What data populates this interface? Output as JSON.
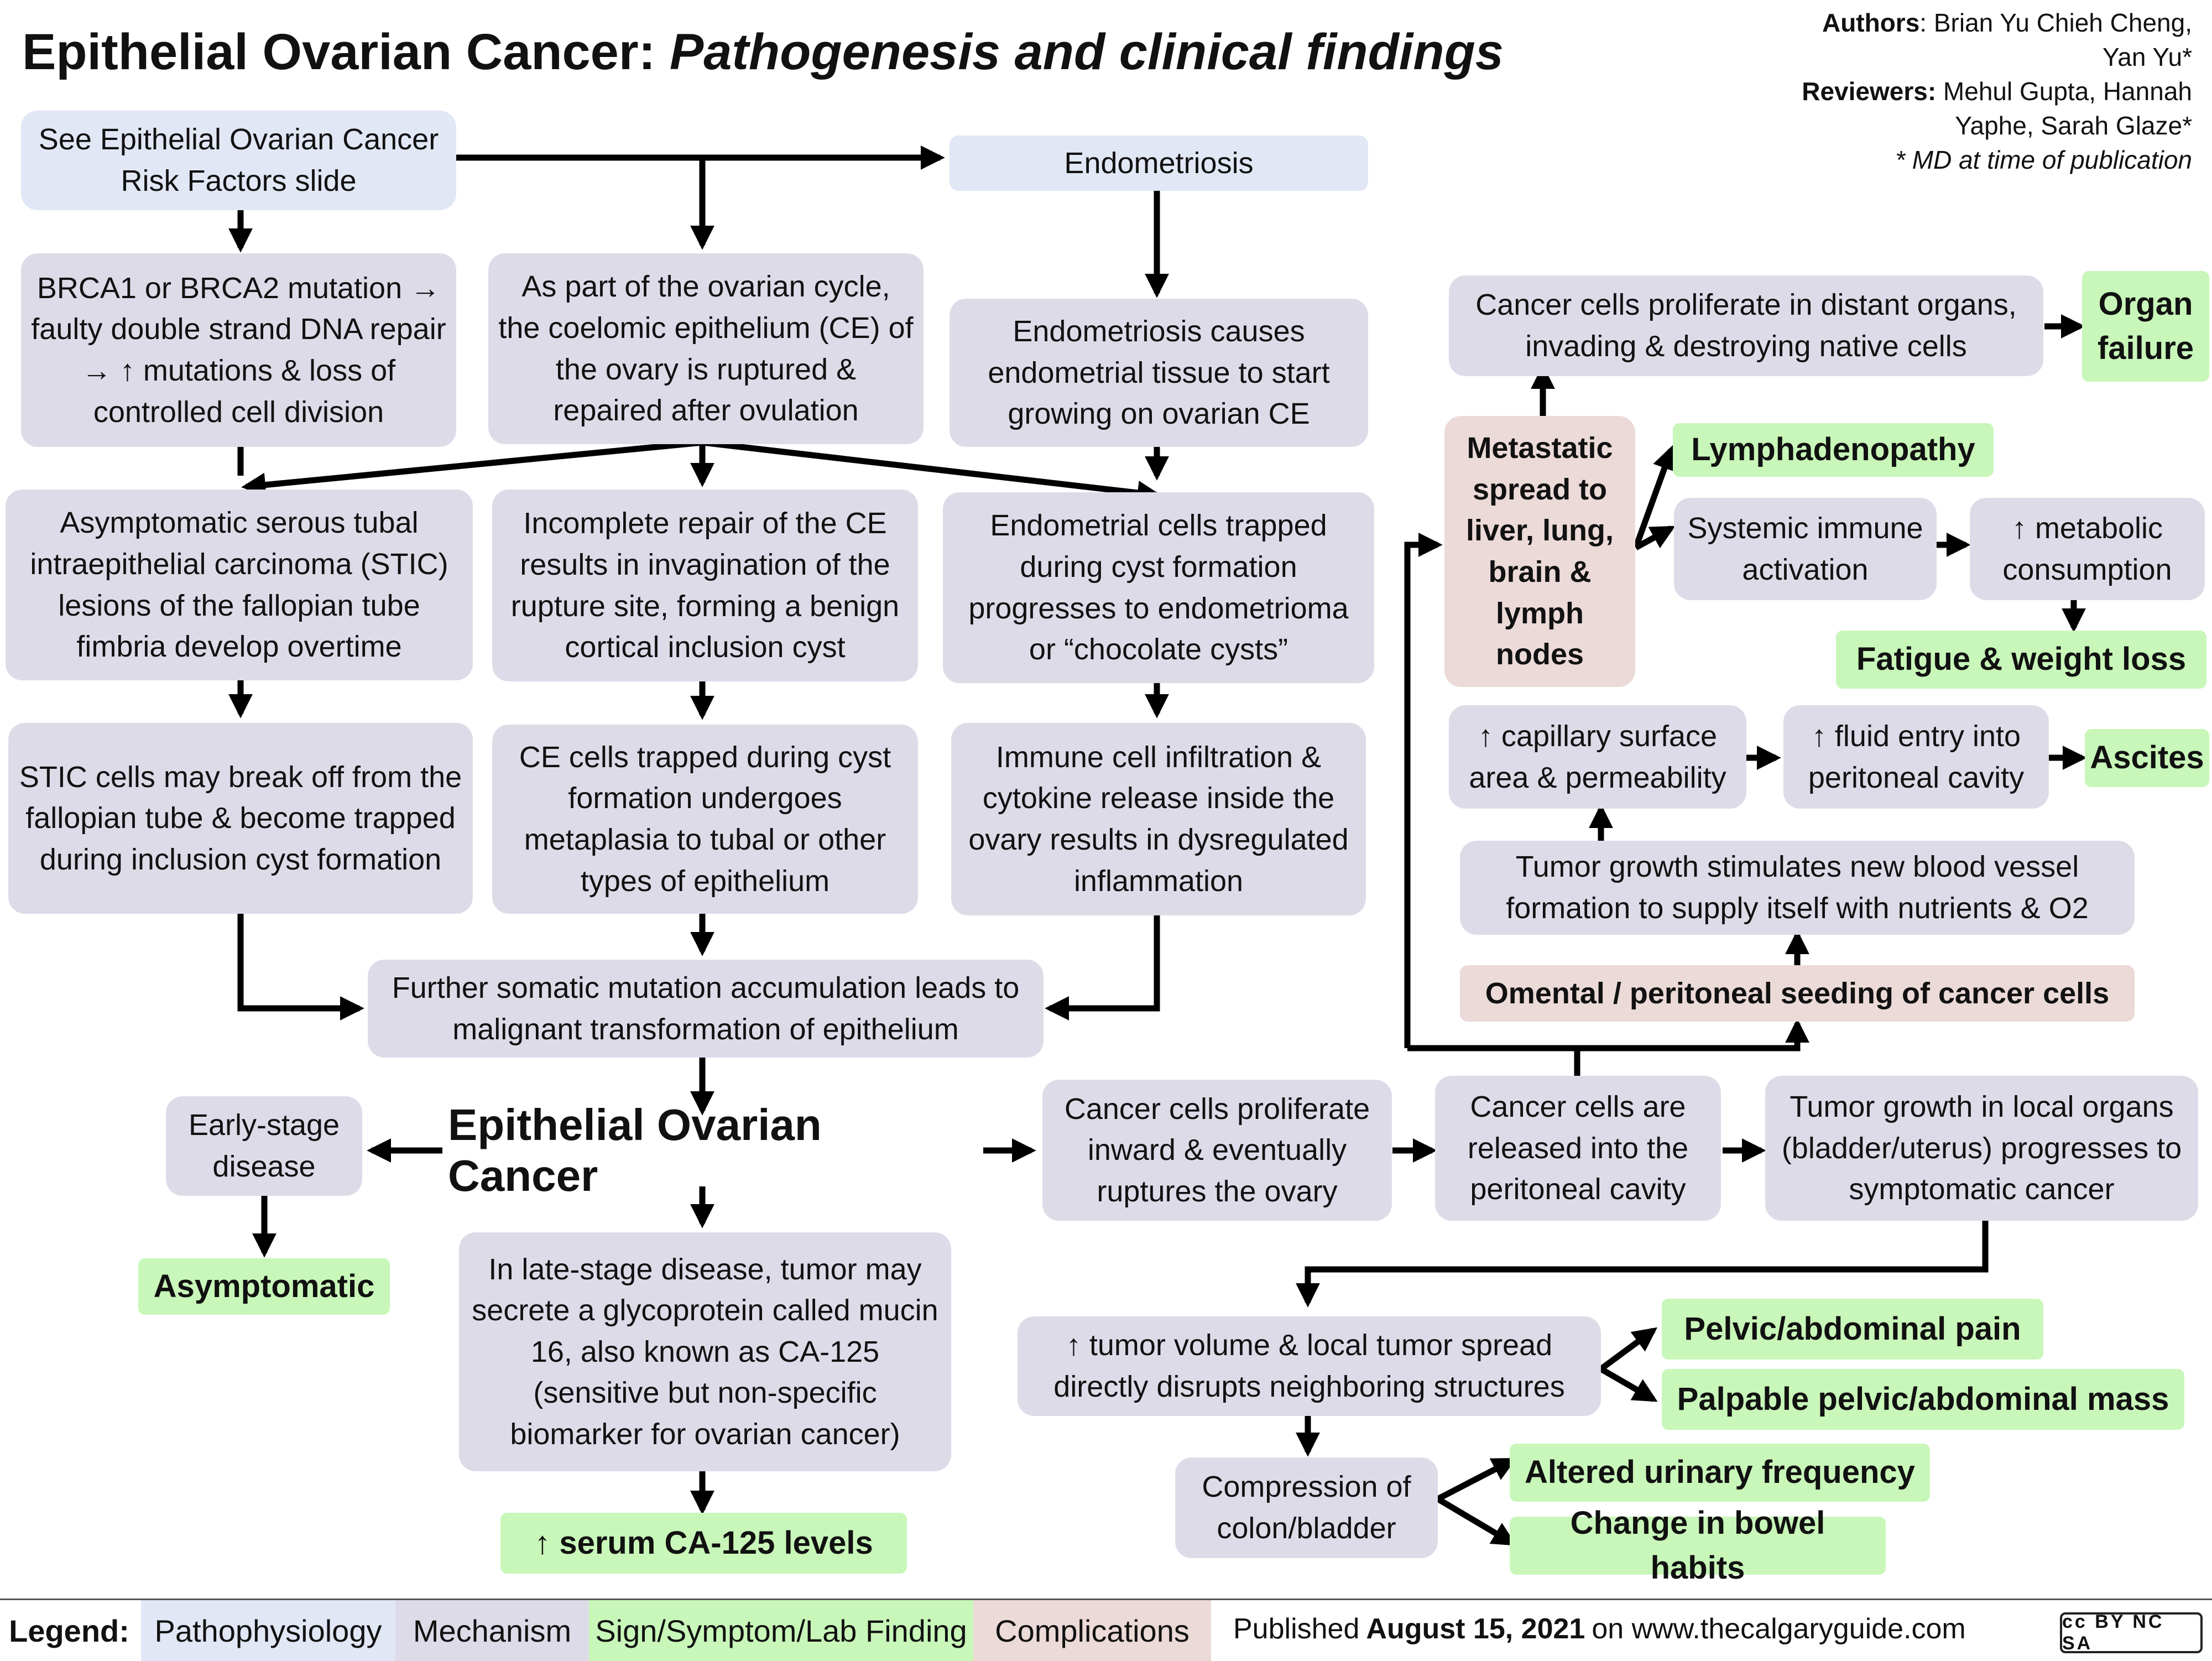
{
  "header": {
    "title_main": "Epithelial Ovarian Cancer:",
    "title_sub": "Pathogenesis and clinical findings",
    "authors_label": "Authors",
    "authors": ": Brian Yu Chieh Cheng, Yan Yu*",
    "reviewers_label": "Reviewers:",
    "reviewers": " Mehul Gupta, Hannah Yaphe, Sarah Glaze*",
    "note": "* MD at time of publication"
  },
  "nodes": {
    "risk": "See Epithelial Ovarian Cancer Risk Factors slide",
    "endometriosis": "Endometriosis",
    "brca": "BRCA1 or BRCA2 mutation → faulty double strand DNA repair → ↑ mutations & loss of controlled cell division",
    "ce_cycle": "As part of the ovarian cycle, the coelomic epithelium (CE) of the ovary is ruptured & repaired after ovulation",
    "endo_causes": "Endometriosis causes endometrial tissue to start growing on ovarian CE",
    "stic": "Asymptomatic serous tubal intraepithelial carcinoma (STIC) lesions of the fallopian tube fimbria develop overtime",
    "incomplete": "Incomplete repair of the CE results in invagination of the rupture site, forming a benign cortical inclusion cyst",
    "endometrioma": "Endometrial cells trapped during cyst formation progresses to endometrioma or “chocolate cysts”",
    "stic_break": "STIC cells may break off from the fallopian tube & become trapped during inclusion cyst formation",
    "ce_trapped": "CE cells trapped during cyst formation undergoes metaplasia to tubal or other types of epithelium",
    "immune": "Immune cell infiltration & cytokine release inside the ovary results in dysregulated inflammation",
    "further": "Further somatic mutation accumulation leads to malignant transformation of epithelium",
    "early": "Early-stage disease",
    "asymptomatic": "Asymptomatic",
    "eoc": "Epithelial Ovarian Cancer",
    "late": "In late-stage disease, tumor may secrete a glycoprotein called mucin 16, also known as CA-125 (sensitive but non-specific biomarker for ovarian cancer)",
    "ca125": "↑ serum CA-125 levels",
    "inward": "Cancer cells proliferate inward & eventually ruptures the ovary",
    "released": "Cancer cells are released into the peritoneal cavity",
    "tumor_local": "Tumor growth in local organs (bladder/uterus) progresses to symptomatic cancer",
    "distant": "Cancer cells proliferate in distant organs, invading & destroying native cells",
    "organ_failure": "Organ failure",
    "metastatic": "Metastatic spread to liver, lung, brain & lymph nodes",
    "lymph": "Lymphadenopathy",
    "systemic": "Systemic immune activation",
    "metabolic": "↑ metabolic consumption",
    "fatigue": "Fatigue & weight loss",
    "capillary": "↑ capillary surface area & permeability",
    "fluid": "↑ fluid entry into peritoneal cavity",
    "ascites": "Ascites",
    "angio": "Tumor growth stimulates new blood vessel formation to supply itself with nutrients & O2",
    "omental": "Omental / peritoneal seeding of cancer cells",
    "tumor_volume": "↑ tumor volume & local tumor spread directly disrupts neighboring structures",
    "pelvic_pain": "Pelvic/abdominal pain",
    "palpable": "Palpable pelvic/abdominal mass",
    "compression": "Compression of colon/bladder",
    "urinary": "Altered urinary frequency",
    "bowel": "Change in bowel habits"
  },
  "legend": {
    "label": "Legend:",
    "items": [
      "Pathophysiology",
      "Mechanism",
      "Sign/Symptom/Lab Finding",
      "Complications"
    ],
    "colors": [
      "#e1e7f5",
      "#dedbe9",
      "#c8f7b9",
      "#ebdad7"
    ]
  },
  "footer": {
    "published_prefix": "Published",
    "date": "August 15, 2021",
    "site": "on www.thecalgaryguide.com",
    "license_badge": "cc BY NC SA"
  }
}
